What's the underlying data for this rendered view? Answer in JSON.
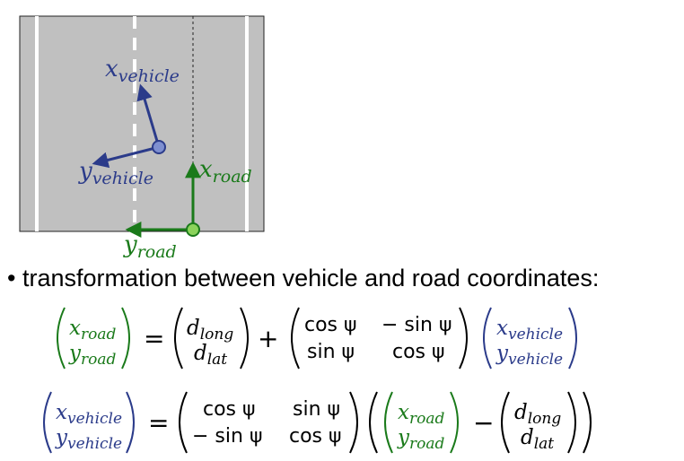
{
  "diagram": {
    "labels": {
      "x_vehicle": {
        "base": "x",
        "sub": "vehicle"
      },
      "y_vehicle": {
        "base": "y",
        "sub": "vehicle"
      },
      "x_road": {
        "base": "x",
        "sub": "road"
      },
      "y_road": {
        "base": "y",
        "sub": "road"
      }
    },
    "colors": {
      "road_gray": "#c0c0c0",
      "vehicle_blue": "#2b3b8a",
      "vehicle_dot": "#7e8fd0",
      "road_green": "#1a7a1a",
      "road_dot": "#8bd35b",
      "lane_white": "#ffffff"
    }
  },
  "bullet": {
    "marker": "•",
    "text": "transformation between vehicle and road coordinates:"
  },
  "equations": {
    "row1": {
      "lhs": [
        [
          "x",
          "road"
        ],
        [
          "y",
          "road"
        ]
      ],
      "equals": "=",
      "d_vec": [
        [
          "d",
          "long"
        ],
        [
          "d",
          "lat"
        ]
      ],
      "plus": "+",
      "rot": [
        [
          "cos ψ",
          "− sin ψ"
        ],
        [
          "sin ψ",
          "cos ψ"
        ]
      ],
      "rhs": [
        [
          "x",
          "vehicle"
        ],
        [
          "y",
          "vehicle"
        ]
      ]
    },
    "row2": {
      "lhs": [
        [
          "x",
          "vehicle"
        ],
        [
          "y",
          "vehicle"
        ]
      ],
      "equals": "=",
      "rot": [
        [
          "cos ψ",
          "sin ψ"
        ],
        [
          "− sin ψ",
          "cos ψ"
        ]
      ],
      "inner": [
        [
          "x",
          "road"
        ],
        [
          "y",
          "road"
        ]
      ],
      "minus": "−",
      "d_vec": [
        [
          "d",
          "long"
        ],
        [
          "d",
          "lat"
        ]
      ]
    }
  }
}
